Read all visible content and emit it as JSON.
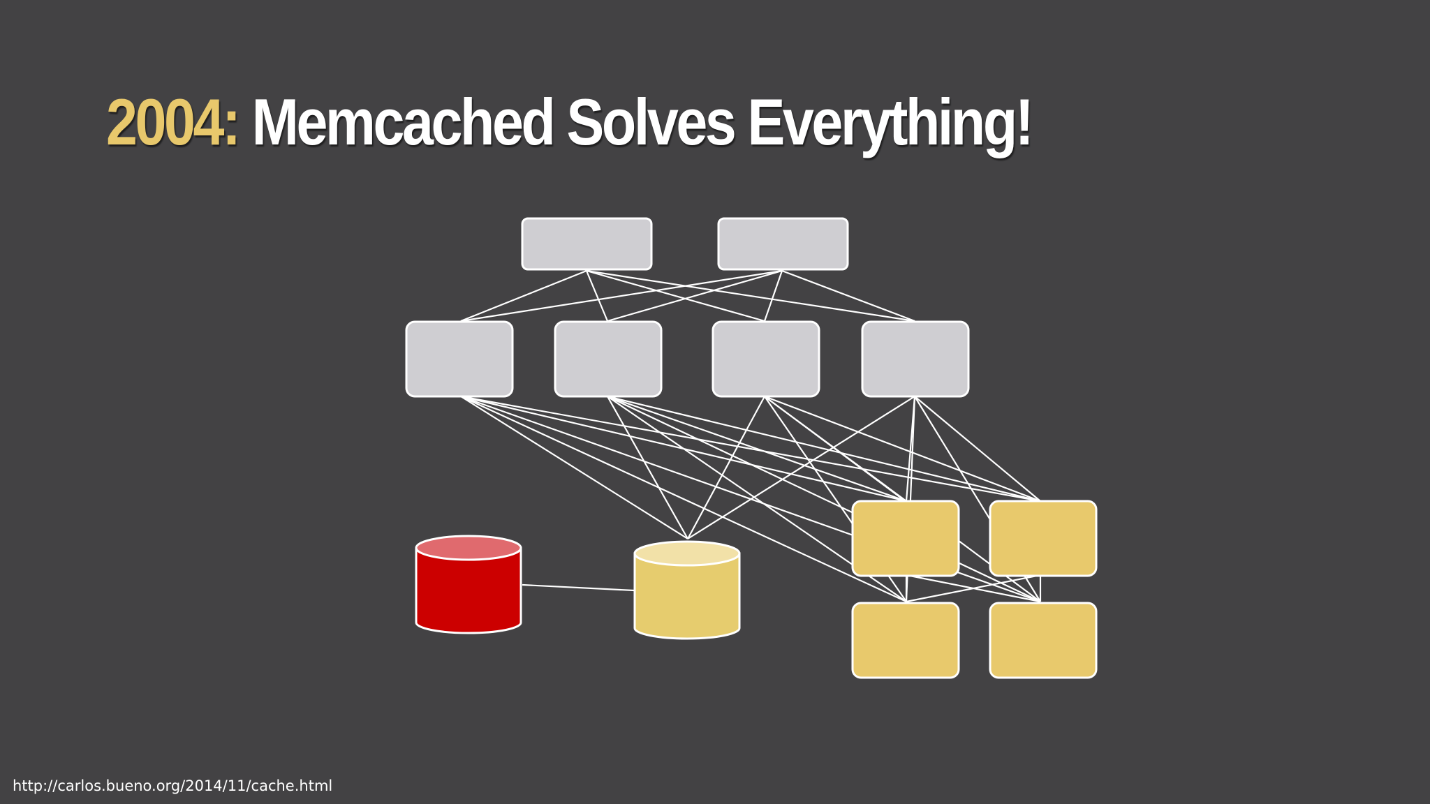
{
  "slide": {
    "title_year": "2004:",
    "title_rest": " Memcached Solves Everything!",
    "footer_url": "http://carlos.bueno.org/2014/11/cache.html"
  },
  "colors": {
    "background": "#434244",
    "title_accent": "#e8c86c",
    "title_text": "#ffffff",
    "server_fill": "#cfced2",
    "cache_fill": "#e8c96c",
    "database_fill": "#cc0000",
    "database_top": "#e06a6e",
    "replica_fill": "#e6cc6e",
    "replica_top": "#f2e1a8",
    "edges": "#ffffff"
  }
}
